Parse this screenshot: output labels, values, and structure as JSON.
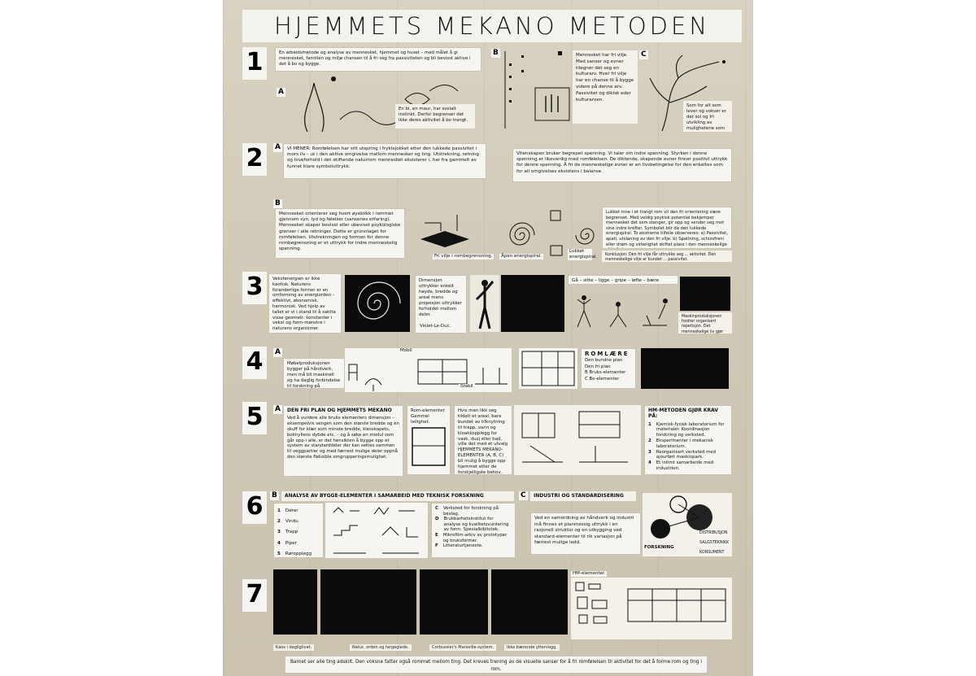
{
  "title": "HJEMMETS MEKANO METODEN",
  "sections": {
    "s1": {
      "number": "1",
      "intro": "En arbeidsmetode og analyse av mennesket, hjemmet og huset – med målet å gi mennesket, familien og miljø chansen til å fri seg fra passiviteten og bli bevisst aktive i det å bo og bygge.",
      "a_letter": "A",
      "a_caption": "En bi, en maur, har sosialt instinkt. Derfor begrenser det ikke deres aktivitet å bo trangt.",
      "b_letter": "B",
      "b_text": "Mennesket har fri vilje. Med sanser og evner tilegner det seg en kulturarv. Hver fri vilje har en chanse til å bygge videre på denne arv. Passivitet og diktat eder kulturarven.",
      "c_letter": "C",
      "c_caption": "Som for alt som lever og vokser er det sol og fri utvikling av mulighetene som betinger resultatet."
    },
    "s2": {
      "number": "2",
      "a_letter": "A",
      "a_text": "VI MENER: Romfølelsen har sitt utspring i fryktsjokket etter den lukkede passivitet i mors liv – ut i den aktive omgivelse mellom mennesker og ting. Utstrekning, retning og loveforhold i det skiftende naturrom mennesket eksisterer i, har fra gammelt av funnet klare symboluttrykk.",
      "a_right": "Vitenskapen bruker begrepet spenning. Vi taler om indre spenning. Styrken i denne spenning er likeverdig med romfølelsen. De diktende, skapende evner finner positivt uttrykk for denne spenning. Å fri de menneskelige evner er en livsbetingelse for den enkeltes som for all omgivelses eksistens i balanse.",
      "b_letter": "B",
      "b_text": "Mennesket orienterer seg hvert øyeblikk i rommet gjennom syn, lyd og følelser (sansenes erfaring). Mennesket skaper bevisst eller ubevisst psykologiske grenser i alle retninger. Dette er grunnlaget for romfølelsen. Utstrekningen og formen for denne rombegrensning er et uttrykk for indre menneskelig spenning.",
      "cap_free": "Fri vilje i rombegrensning.",
      "cap_open": "Åpen energispiral.",
      "cap_closed": "Lukket energispiral.",
      "b_right": "Lukket inne i et trangt rom vil den fri orientering være begrenset. Med veldig psykisk potential bekjemper mennesket det som stenger, gir opp og vender seg mot sine indre krefter. Symbolet blir da den lukkede energispiral. To ekstreme tilfelle observeres: a) Passivitet, apati, utslaning av den fri vilje. b) Spaltning, schizofreni eller drøm og virkelighet skiftet plass i den menneskelige aktivitet.",
      "b_right2": "Konklusjon: Den fri vilje får uttrykke seg ... aktivitet. Den menneskelige vilje er bundet ... passivitet."
    },
    "s3": {
      "number": "3",
      "text1": "Vekstenergien er ikke kaotisk. Naturens foranderlige former er en omforming av energiorden – effektivt, økonomisk, harmonisk. Ved hjelp av tallet er vi i stand til å saktta visse geometr. konstanter i vekst og form-mønstre i naturens organismer.",
      "text2": "Dimensjon uttrykker enkelt høyde, bredde og areal mens propesjon uttrykker forholdet mellom deler.",
      "credit": "Violet-Le-Duc.",
      "movement": "Gå – sitte – ligge – gripe – løfte – bære",
      "caption": "Maskinproduksjonen fordrer organisert repetisjon. Det menneskelige liv gjør krav på å vokse i frihet."
    },
    "s4": {
      "number": "4",
      "a_letter": "A",
      "text": "Møbelproduksjonen bygger på håndverk, men må bli maskinell og ha daglig forbindelse til forskning på materialer.",
      "mobil": "Mobil",
      "stabil": "Stabil",
      "romlaere": "ROMLÆRE",
      "bundet": "Den bundne plan",
      "fri": "Den fri plan",
      "b_elem": "B  Bruks-elementer",
      "c_elem": "C  Bo-elementer"
    },
    "s5": {
      "number": "5",
      "a_letter": "A",
      "heading": "DEN FRI PLAN OG HJEMMETS MEKANO",
      "text": "Ved å vurdere alle bruks elementers dimensjon – eksempelvis sengen som den største bredde og en skuff for klær som minste bredde, klesskapets, bokhyllens dybde etc. – og å søke en modul som går opp i alle, er det hensikten å bygge opp et system av standarddeler der kan settes sammen til veggpartier og med færrest mulige deler oppnå den største fleksible omgrupperingsmulighet.",
      "rom": "Rom-elementer. Gammel leilighet.",
      "middle": "Hvis man likk seg tildelt et areal, bare bundet av tilknytning til trapp, vann og kloakkopplegg for vask, dusj eller bad, ville det med et utvalg HJEMMETS MEKANO-ELEMENTER (A, B, C) bli mulig å bygge opp hjemmet etter de forskjelligste behov.",
      "hm_heading": "HM-METODEN GJØR KRAV PÅ:",
      "hm_items": [
        {
          "n": "1",
          "t": "Kjemisk-fysisk laboratorium for materialer. Koordinasjon forskning og verksted."
        },
        {
          "n": "2",
          "t": "Eksperimenter i mekanisk laboratorium."
        },
        {
          "n": "3",
          "t": "Reorganisert verksted med ajourført maskinpark."
        },
        {
          "n": "4",
          "t": "Et intimt samarbeide med industrien."
        }
      ]
    },
    "s6": {
      "number": "6",
      "b_letter": "B",
      "b_heading": "ANALYSE AV BYGGE-ELEMENTER I SAMARBEID MED TEKNISK FORSKNING",
      "elements": [
        {
          "n": "1",
          "t": "Dører"
        },
        {
          "n": "2",
          "t": "Vindu"
        },
        {
          "n": "3",
          "t": "Trapp"
        },
        {
          "n": "4",
          "t": "Piper"
        },
        {
          "n": "5",
          "t": "Røropplegg"
        }
      ],
      "research": [
        {
          "n": "C",
          "t": "Verksted for forskning på beslag."
        },
        {
          "n": "D",
          "t": "Brukbarhetsinstitut for analyse og kvalitetsvurdering av form. Spesialbibliotek."
        },
        {
          "n": "E",
          "t": "Mikrofilm-arkiv av prototyper og bruksformer."
        },
        {
          "n": "F",
          "t": "Litteraturtjeneste."
        }
      ],
      "c_letter": "C",
      "c_heading": "INDUSTRI OG STANDARDISERING",
      "c_text": "Ved en samordning av håndverk og industri må finnes et planmessig uttrykk i en rasjonell struktur og en utbygging ved standard-elementer til rik variasjon på færrest mulige ledd.",
      "forskning": "FORSKNING",
      "distribusjon": "DISTRIBUSJON",
      "salgsteknikk": "SALGSTEKNIKK",
      "konsument": "KONSUMENT"
    },
    "s7": {
      "number": "7",
      "hm": "HM-elementer.",
      "cap1": "Kaos i dagliglivet.",
      "cap2": "Natur, orden og fargeglede.",
      "cap3": "Corbussier's Marseille-system.",
      "cap4": "Ikke bærende yttervegg."
    },
    "footer": "Barnet ser alle ting adskilt. Den voksne fatter også rommet mellom ting. Det kreves trening av de visuelle sanser for å fri romfølelsen til aktivitet for det å forme rom og ting i rom."
  },
  "colors": {
    "paper": "#d6d0c0",
    "card": "#f6f5f1",
    "ink": "#0b0b0b"
  }
}
